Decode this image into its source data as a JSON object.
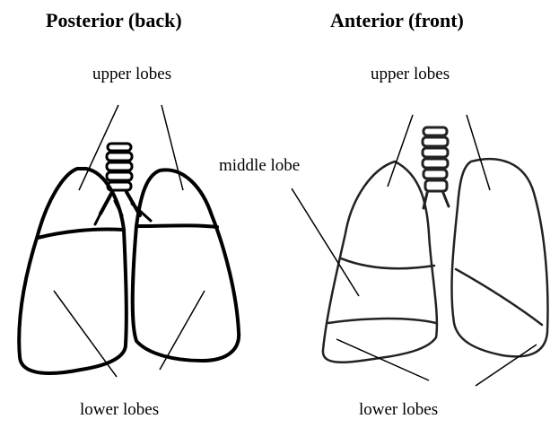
{
  "posterior": {
    "title": "Posterior (back)",
    "upper_label": "upper lobes",
    "lower_label": "lower lobes"
  },
  "anterior": {
    "title": "Anterior (front)",
    "upper_label": "upper lobes",
    "middle_label": "middle lobe",
    "lower_label": "lower lobes"
  },
  "colors": {
    "ink": "#000000",
    "background": "#ffffff"
  }
}
